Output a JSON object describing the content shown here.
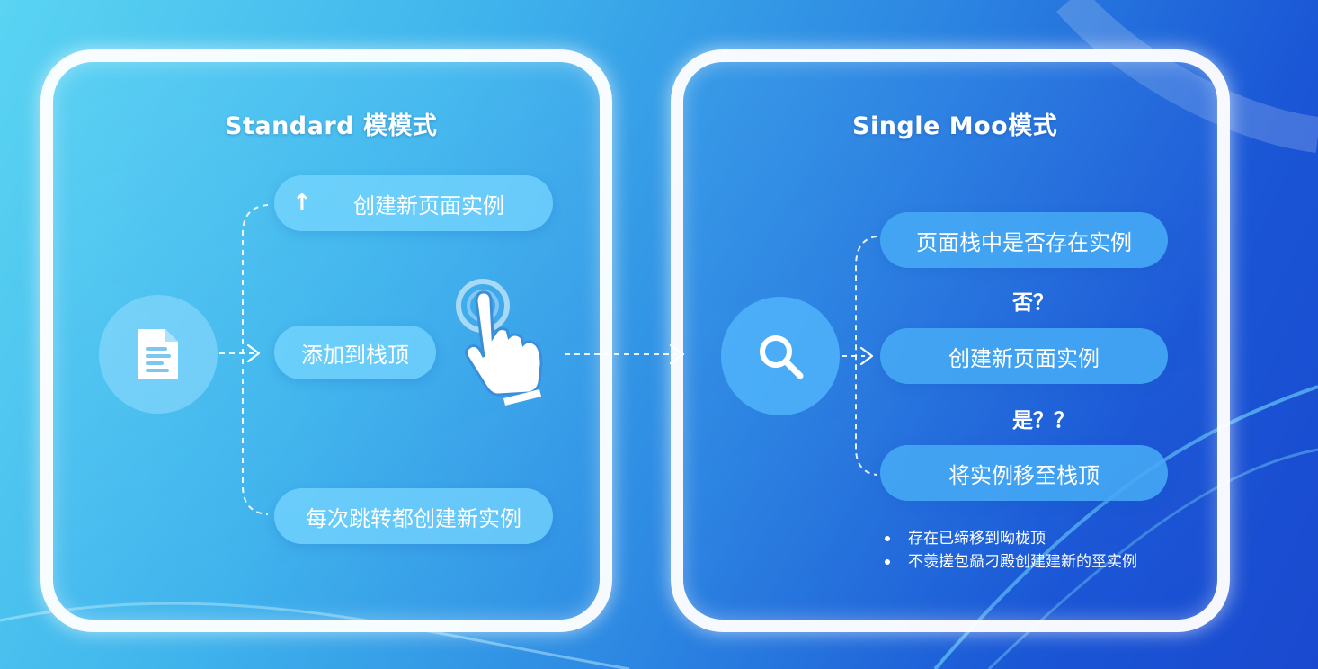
{
  "left_panel": {
    "title": "Standard 模模式",
    "up_arrow": "↑",
    "create_page": "创建新页面实例",
    "add_to_top": "添加到栈顶",
    "each_jump": "每次跳转都创建新实例",
    "doc_icon": "document-icon",
    "hand_icon": "pointing-hand-icon"
  },
  "right_panel": {
    "title": "Single Moo模式",
    "check_stack": "页面栈中是否存在实例",
    "no_label": "否？",
    "create_page": "创建新页面实例",
    "yes_label": "是？？",
    "move_to_top": "将实例移至栈顶",
    "search_icon": "search-icon",
    "notes": [
      "存在已缔移到呦栊顶",
      "不羡搓包赑刁殿创建建新的巠实例"
    ]
  },
  "colors": {
    "background_start": "#5ad4f2",
    "background_end": "#1a49cf",
    "panel_border": "#ffffff",
    "pill_fill": "#78d7ff"
  }
}
